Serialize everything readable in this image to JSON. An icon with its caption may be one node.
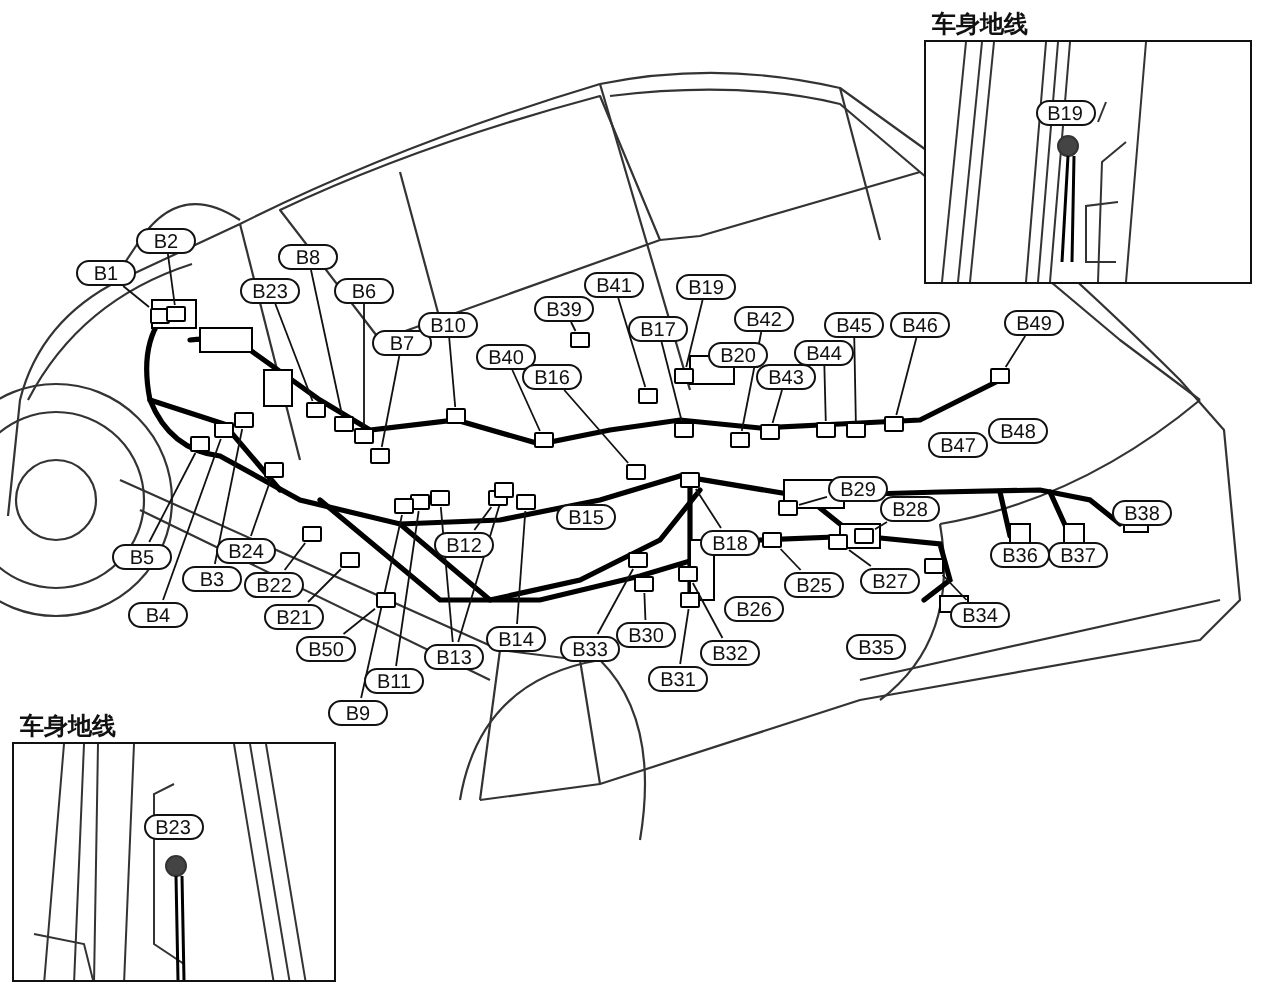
{
  "diagram": {
    "nodes": [
      {
        "text": [
          "车身地线"
        ]
      },
      {
        "text": [
          "B19"
        ],
        "in": 0
      },
      {
        "text": [
          "车身地线"
        ]
      },
      {
        "text": [
          "B23"
        ],
        "in": 2
      },
      {
        "text": [
          "B1"
        ]
      },
      {
        "text": [
          "B2"
        ]
      },
      {
        "text": [
          "B8"
        ]
      },
      {
        "text": [
          "B23"
        ]
      },
      {
        "text": [
          "B6"
        ]
      },
      {
        "text": [
          "B7"
        ]
      },
      {
        "text": [
          "B10"
        ]
      },
      {
        "text": [
          "B40"
        ]
      },
      {
        "text": [
          "B39"
        ]
      },
      {
        "text": [
          "B16"
        ]
      },
      {
        "text": [
          "B41"
        ]
      },
      {
        "text": [
          "B19"
        ]
      },
      {
        "text": [
          "B17"
        ]
      },
      {
        "text": [
          "B20"
        ]
      },
      {
        "text": [
          "B42"
        ]
      },
      {
        "text": [
          "B43"
        ]
      },
      {
        "text": [
          "B44"
        ]
      },
      {
        "text": [
          "B45"
        ]
      },
      {
        "text": [
          "B46"
        ]
      },
      {
        "text": [
          "B49"
        ]
      },
      {
        "text": [
          "B47"
        ]
      },
      {
        "text": [
          "B48"
        ]
      },
      {
        "text": [
          "B15"
        ]
      },
      {
        "text": [
          "B29"
        ]
      },
      {
        "text": [
          "B28"
        ]
      },
      {
        "text": [
          "B18"
        ]
      },
      {
        "text": [
          "B25"
        ]
      },
      {
        "text": [
          "B26"
        ]
      },
      {
        "text": [
          "B27"
        ]
      },
      {
        "text": [
          "B36"
        ]
      },
      {
        "text": [
          "B37"
        ]
      },
      {
        "text": [
          "B38"
        ]
      },
      {
        "text": [
          "B34"
        ]
      },
      {
        "text": [
          "B35"
        ]
      },
      {
        "text": [
          "B30"
        ]
      },
      {
        "text": [
          "B33"
        ]
      },
      {
        "text": [
          "B32"
        ]
      },
      {
        "text": [
          "B31"
        ]
      },
      {
        "text": [
          "B12"
        ]
      },
      {
        "text": [
          "B14"
        ]
      },
      {
        "text": [
          "B13"
        ]
      },
      {
        "text": [
          "B11"
        ]
      },
      {
        "text": [
          "B9"
        ]
      },
      {
        "text": [
          "B50"
        ]
      },
      {
        "text": [
          "B21"
        ]
      },
      {
        "text": [
          "B22"
        ]
      },
      {
        "text": [
          "B24"
        ]
      },
      {
        "text": [
          "B3"
        ]
      },
      {
        "text": [
          "B5"
        ]
      },
      {
        "text": [
          "B4"
        ]
      },
      {
        "text": [],
        "shape": "box"
      },
      {
        "text": [],
        "shape": "box"
      },
      {
        "text": [],
        "shape": "box"
      },
      {
        "text": [],
        "shape": "box"
      },
      {
        "text": [],
        "shape": "box"
      },
      {
        "text": [],
        "shape": "box"
      },
      {
        "text": [],
        "shape": "box"
      },
      {
        "text": [],
        "shape": "box"
      },
      {
        "text": [],
        "shape": "box"
      },
      {
        "text": [],
        "shape": "box"
      },
      {
        "text": [],
        "shape": "box"
      },
      {
        "text": [],
        "shape": "box"
      },
      {
        "text": [],
        "shape": "box"
      },
      {
        "text": [],
        "shape": "box"
      },
      {
        "text": [],
        "shape": "box"
      },
      {
        "text": [],
        "shape": "box"
      },
      {
        "text": [],
        "shape": "box"
      },
      {
        "text": [],
        "shape": "box"
      },
      {
        "text": [],
        "shape": "box"
      },
      {
        "text": [],
        "shape": "box"
      },
      {
        "text": [],
        "shape": "box"
      },
      {
        "text": [],
        "shape": "box"
      },
      {
        "text": [],
        "shape": "box"
      },
      {
        "text": [],
        "shape": "box"
      },
      {
        "text": [],
        "shape": "box"
      },
      {
        "text": [],
        "shape": "box"
      },
      {
        "text": [],
        "shape": "box"
      },
      {
        "text": [],
        "shape": "box"
      },
      {
        "text": [],
        "shape": "box"
      },
      {
        "text": [],
        "shape": "box"
      },
      {
        "text": [],
        "shape": "box"
      },
      {
        "text": [],
        "shape": "box"
      },
      {
        "text": [],
        "shape": "box"
      },
      {
        "text": [],
        "shape": "box"
      },
      {
        "text": [],
        "shape": "box"
      },
      {
        "text": [],
        "shape": "box"
      },
      {
        "text": [],
        "shape": "box"
      },
      {
        "text": [],
        "shape": "box"
      },
      {
        "text": [],
        "shape": "box"
      },
      {
        "text": [],
        "shape": "box"
      },
      {
        "text": [],
        "shape": "box"
      },
      {
        "text": [],
        "shape": "box"
      }
    ],
    "edges": [
      {
        "from": 4,
        "to": 54,
        "arrow": "none"
      },
      {
        "from": 5,
        "to": 55,
        "arrow": "none"
      },
      {
        "from": 6,
        "to": 56,
        "arrow": "none"
      },
      {
        "from": 7,
        "to": 57,
        "arrow": "none"
      },
      {
        "from": 8,
        "to": 58,
        "arrow": "none"
      },
      {
        "from": 9,
        "to": 59,
        "arrow": "none"
      },
      {
        "from": 10,
        "to": 60,
        "arrow": "none"
      },
      {
        "from": 11,
        "to": 61,
        "arrow": "none"
      },
      {
        "from": 12,
        "to": 62,
        "arrow": "none"
      },
      {
        "from": 13,
        "to": 63,
        "arrow": "none"
      },
      {
        "from": 14,
        "to": 64,
        "arrow": "none"
      },
      {
        "from": 15,
        "to": 65,
        "arrow": "none"
      },
      {
        "from": 16,
        "to": 66,
        "arrow": "none"
      },
      {
        "from": 18,
        "to": 67,
        "arrow": "none"
      },
      {
        "from": 19,
        "to": 68,
        "arrow": "none"
      },
      {
        "from": 20,
        "to": 69,
        "arrow": "none"
      },
      {
        "from": 21,
        "to": 70,
        "arrow": "none"
      },
      {
        "from": 22,
        "to": 71,
        "arrow": "none"
      },
      {
        "from": 23,
        "to": 72,
        "arrow": "none"
      },
      {
        "from": 27,
        "to": 73,
        "arrow": "none"
      },
      {
        "from": 28,
        "to": 74,
        "arrow": "none"
      },
      {
        "from": 29,
        "to": 75,
        "arrow": "none"
      },
      {
        "from": 30,
        "to": 76,
        "arrow": "none"
      },
      {
        "from": 32,
        "to": 77,
        "arrow": "none"
      },
      {
        "from": 36,
        "to": 78,
        "arrow": "none"
      },
      {
        "from": 38,
        "to": 79,
        "arrow": "none"
      },
      {
        "from": 39,
        "to": 80,
        "arrow": "none"
      },
      {
        "from": 40,
        "to": 81,
        "arrow": "none"
      },
      {
        "from": 41,
        "to": 82,
        "arrow": "none"
      },
      {
        "from": 42,
        "to": 83,
        "arrow": "none"
      },
      {
        "from": 43,
        "to": 84,
        "arrow": "none"
      },
      {
        "from": 44,
        "to": 85,
        "arrow": "none"
      },
      {
        "from": 44,
        "to": 86,
        "arrow": "none"
      },
      {
        "from": 45,
        "to": 87,
        "arrow": "none"
      },
      {
        "from": 46,
        "to": 88,
        "arrow": "none"
      },
      {
        "from": 47,
        "to": 89,
        "arrow": "none"
      },
      {
        "from": 48,
        "to": 90,
        "arrow": "none"
      },
      {
        "from": 49,
        "to": 91,
        "arrow": "none"
      },
      {
        "from": 50,
        "to": 92,
        "arrow": "none"
      },
      {
        "from": 51,
        "to": 93,
        "arrow": "none"
      },
      {
        "from": 52,
        "to": 94,
        "arrow": "none"
      },
      {
        "from": 53,
        "to": 95,
        "arrow": "none"
      }
    ]
  }
}
